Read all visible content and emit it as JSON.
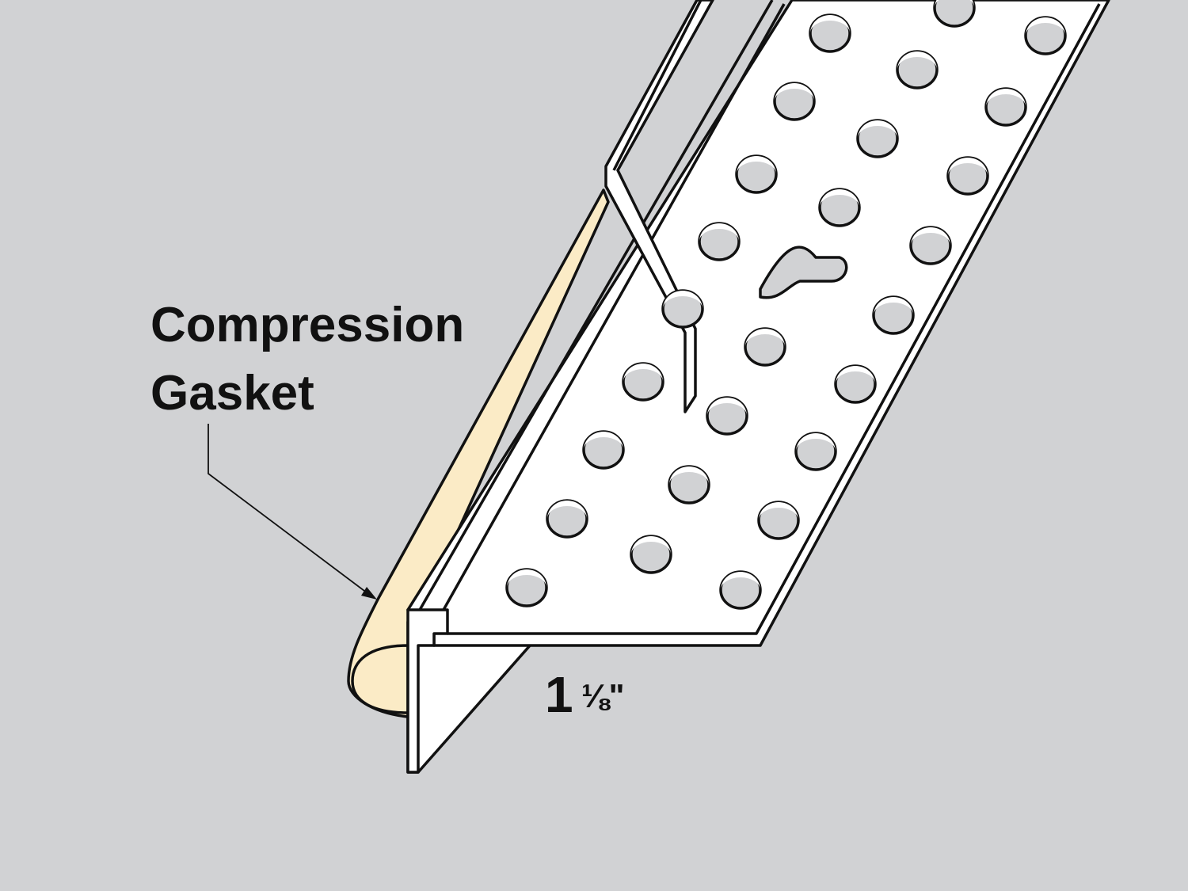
{
  "callout": {
    "line1": "Compression",
    "line2": "Gasket"
  },
  "dimension": {
    "whole": "1",
    "fraction": "⅛\""
  },
  "colors": {
    "background": "#d1d2d4",
    "metal": "#ffffff",
    "gasket": "#fbebc6",
    "outline": "#111111"
  }
}
